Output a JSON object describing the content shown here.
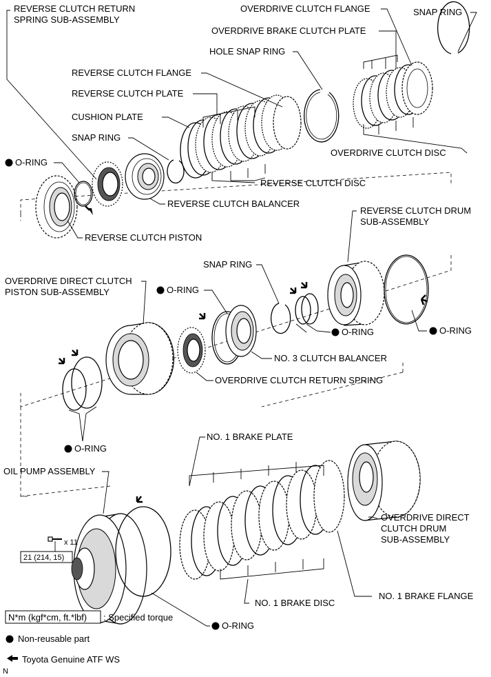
{
  "labels": {
    "reverse_clutch_return_spring_1": "REVERSE CLUTCH RETURN",
    "reverse_clutch_return_spring_2": "SPRING SUB-ASSEMBLY",
    "overdrive_clutch_flange": "OVERDRIVE CLUTCH FLANGE",
    "snap_ring_top": "SNAP RING",
    "overdrive_brake_clutch_plate": "OVERDRIVE BRAKE CLUTCH PLATE",
    "hole_snap_ring": "HOLE SNAP RING",
    "reverse_clutch_flange": "REVERSE CLUTCH FLANGE",
    "reverse_clutch_plate": "REVERSE CLUTCH PLATE",
    "cushion_plate": "CUSHION PLATE",
    "snap_ring_left": "SNAP RING",
    "overdrive_clutch_disc": "OVERDRIVE CLUTCH DISC",
    "o_ring_top_left": "O-RING",
    "reverse_clutch_disc": "REVERSE CLUTCH DISC",
    "reverse_clutch_balancer": "REVERSE CLUTCH BALANCER",
    "reverse_clutch_piston": "REVERSE CLUTCH PISTON",
    "reverse_clutch_drum_1": "REVERSE CLUTCH DRUM",
    "reverse_clutch_drum_2": "SUB-ASSEMBLY",
    "snap_ring_middle": "SNAP RING",
    "od_direct_clutch_piston_1": "OVERDRIVE DIRECT CLUTCH",
    "od_direct_clutch_piston_2": "PISTON SUB-ASSEMBLY",
    "o_ring_middle": "O-RING",
    "o_ring_snap": "O-RING",
    "o_ring_drum": "O-RING",
    "no3_clutch_balancer": "NO. 3 CLUTCH BALANCER",
    "od_clutch_return_spring": "OVERDRIVE CLUTCH RETURN SPRING",
    "o_ring_left_pair": "O-RING",
    "no1_brake_plate": "NO. 1 BRAKE PLATE",
    "oil_pump_assembly": "OIL PUMP ASSEMBLY",
    "od_direct_clutch_drum_1": "OVERDRIVE DIRECT",
    "od_direct_clutch_drum_2": "CLUTCH DRUM",
    "od_direct_clutch_drum_3": "SUB-ASSEMBLY",
    "bolt_count": "x 11",
    "torque_value": "21 (214, 15)",
    "no1_brake_disc": "NO. 1 BRAKE DISC",
    "no1_brake_flange": "NO. 1 BRAKE FLANGE",
    "o_ring_bottom": "O-RING"
  },
  "legend": {
    "torque_box": "N*m (kgf*cm, ft.*lbf)",
    "torque_desc": ": Specified torque",
    "non_reusable": "Non-reusable part",
    "atf": "Toyota Genuine ATF WS",
    "corner_mark": "N"
  },
  "colors": {
    "line": "#000000",
    "background": "#ffffff",
    "shade": "#d9d9d9"
  },
  "icons": [
    "non-reusable-dot-icon",
    "atf-arrow-icon",
    "bolt-icon"
  ]
}
